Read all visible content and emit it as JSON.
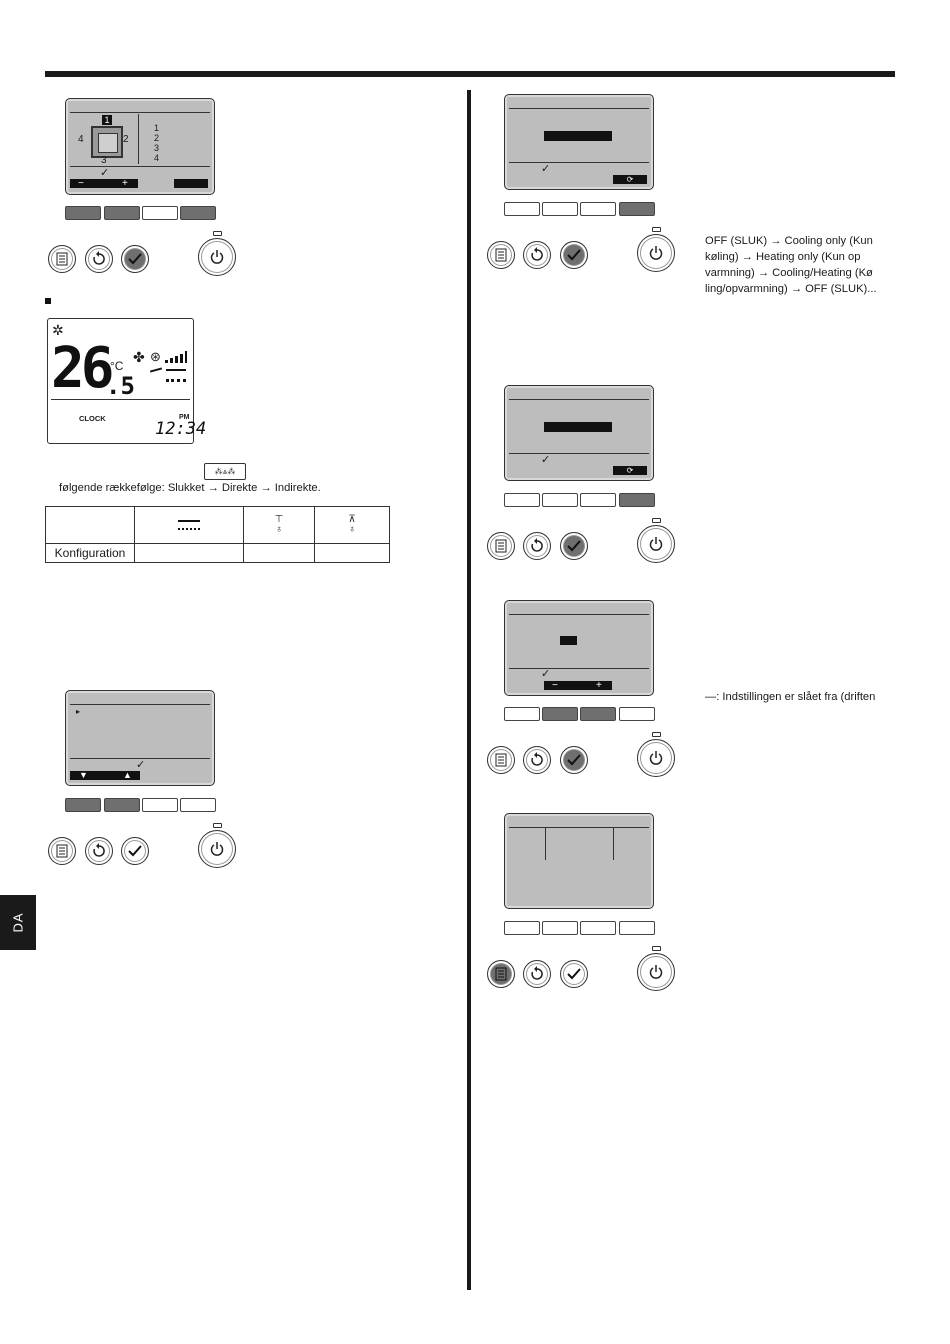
{
  "language_tab": "DA",
  "vane_screen": {
    "selected_outlet": "1",
    "outlet_left": "4",
    "outlet_right": "2",
    "outlet_bottom": "3",
    "outlet_list": [
      "1",
      "2",
      "3",
      "4"
    ],
    "minus": "−",
    "plus": "+"
  },
  "home_screen": {
    "temperature": "26",
    "temperature_decimal": ".5",
    "unit": "°C",
    "clock_label": "CLOCK",
    "ampm": "PM",
    "time": "12:34"
  },
  "sequence_text": "følgende rækkefølge: Slukket → Direkte → Indirekte.",
  "config_table": {
    "row_label": "Konfiguration"
  },
  "list_screen": {
    "down": "▼",
    "up": "▲"
  },
  "right_panel": {
    "mode_sequence_lines": [
      "OFF (SLUK) → Cooling only (Kun",
      "køling) → Heating only (Kun op",
      "varmning) → Cooling/Heating (Kø",
      "ling/opvarmning) → OFF (SLUK)..."
    ],
    "dash_note": "—: Indstillingen er slået fra (driften",
    "minus": "−",
    "plus": "+"
  },
  "icons": {
    "menu": "menu-icon",
    "back": "return-icon",
    "confirm": "check-icon",
    "power": "power-icon",
    "cycle": "cycle-icon"
  }
}
